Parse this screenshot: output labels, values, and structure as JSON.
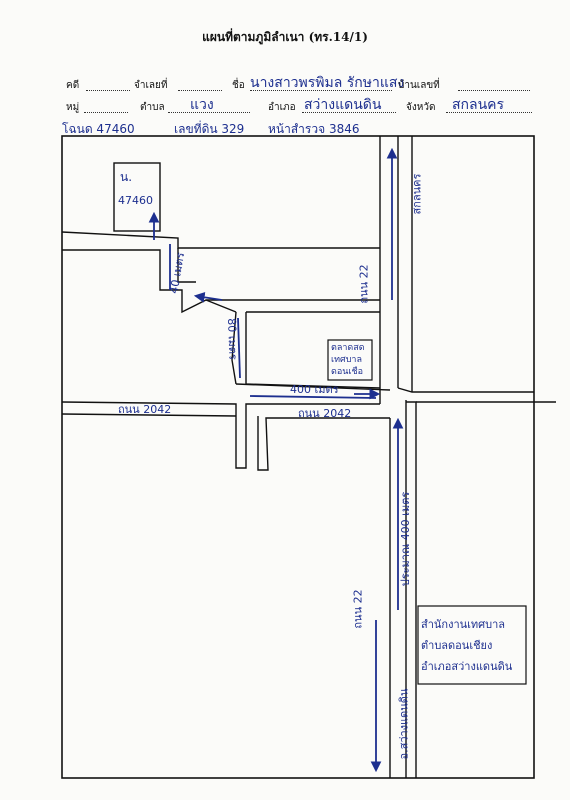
{
  "form": {
    "title": "แผนที่ตามภูมิลำเนา (ทร.14/1)",
    "labels": {
      "case": "คดี",
      "control_no": "จำเลยที่",
      "name": "ชื่อ",
      "house_no": "บ้านเลขที่",
      "moo": "หมู่",
      "tambon": "ตำบล",
      "amphoe": "อำเภอ",
      "province": "จังหวัด"
    },
    "values": {
      "name": "นางสาวพรพิมล รักษาแสง",
      "tambon": "แวง",
      "amphoe": "สว่างแดนดิน",
      "province": "สกลนคร"
    },
    "deed_line": {
      "deed": "โฉนด 47460",
      "land_no": "เลขที่ดิน 329",
      "survey_page": "หน้าสำรวจ 3846"
    }
  },
  "map": {
    "plot_box": {
      "line1": "น.",
      "line2": "47460"
    },
    "labels": {
      "r1": "40 เมตร",
      "r2": "80 เมตร",
      "r3": "400 เมตร",
      "road_left": "ถนน 2042",
      "road_mid": "ถนน 2042",
      "road_22_top": "ถนน 22",
      "dir_top": "สกลนคร",
      "road_22_bottom": "ถนน 22",
      "dir_bottom": "อ.สว่างแดนดิน",
      "distance_vertical": "ประมาณ 400 เมตร"
    },
    "market_box": [
      "ตลาดสด",
      "เทศบาล",
      "ดอนเชือ"
    ],
    "office_box": [
      "สำนักงานเทศบาล",
      "ตำบลดอนเชียง",
      "อำเภอสว่างแดนดิน"
    ]
  }
}
